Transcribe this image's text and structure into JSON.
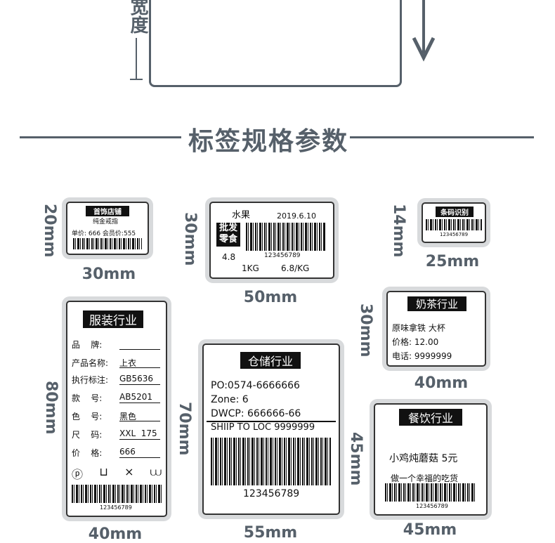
{
  "top": {
    "width_label_partial": "宽度"
  },
  "section_title": "标签规格参数",
  "labels": {
    "shop": {
      "header": "首饰店铺",
      "name": "纯金戒指",
      "price_line": "单价: 666 会员价:555",
      "w": "30mm",
      "h": "20mm"
    },
    "fruit": {
      "name": "水果",
      "date": "2019.6.10",
      "badge": "批发零食",
      "price": "4.8",
      "number": "123456789",
      "weight": "1KG",
      "unit_price": "6.8/KG",
      "w": "50mm",
      "h": "30mm"
    },
    "barcode_small": {
      "header": "条码识别",
      "number": "123456789",
      "w": "25mm",
      "h": "14mm"
    },
    "clothing": {
      "header": "服装行业",
      "rows": [
        {
          "k": "品    牌:",
          "v": ""
        },
        {
          "k": "产品名称:",
          "v": "上衣"
        },
        {
          "k": "执行标注:",
          "v": "GB5636"
        },
        {
          "k": "款    号:",
          "v": "AB5201"
        },
        {
          "k": "色    号:",
          "v": "黑色"
        },
        {
          "k": "尺    码:",
          "v": "XXL  175"
        },
        {
          "k": "价    格:",
          "v": "666"
        }
      ],
      "icons": [
        "ⓟ",
        "⊔",
        "⨯",
        "⩊"
      ],
      "number": "123456789",
      "w": "40mm",
      "h": "80mm"
    },
    "warehouse": {
      "header": "仓储行业",
      "po": "PO:0574-6666666",
      "zone": "Zone:  6",
      "dwcp": "DWCP:  666666-66",
      "ship": "SHIIP TO LOC  9999999",
      "number": "123456789",
      "w": "55mm",
      "h": "70mm"
    },
    "tea": {
      "header": "奶茶行业",
      "l1": "原味拿铁  大杯",
      "l2": "价格: 12.00",
      "l3": "电话: 9999999",
      "w": "40mm",
      "h": "30mm"
    },
    "food": {
      "header": "餐饮行业",
      "l1": "小鸡炖蘑菇   5元",
      "l2": "做一个幸福的吃货",
      "number": "123456789",
      "w": "45mm",
      "h": "45mm"
    }
  }
}
